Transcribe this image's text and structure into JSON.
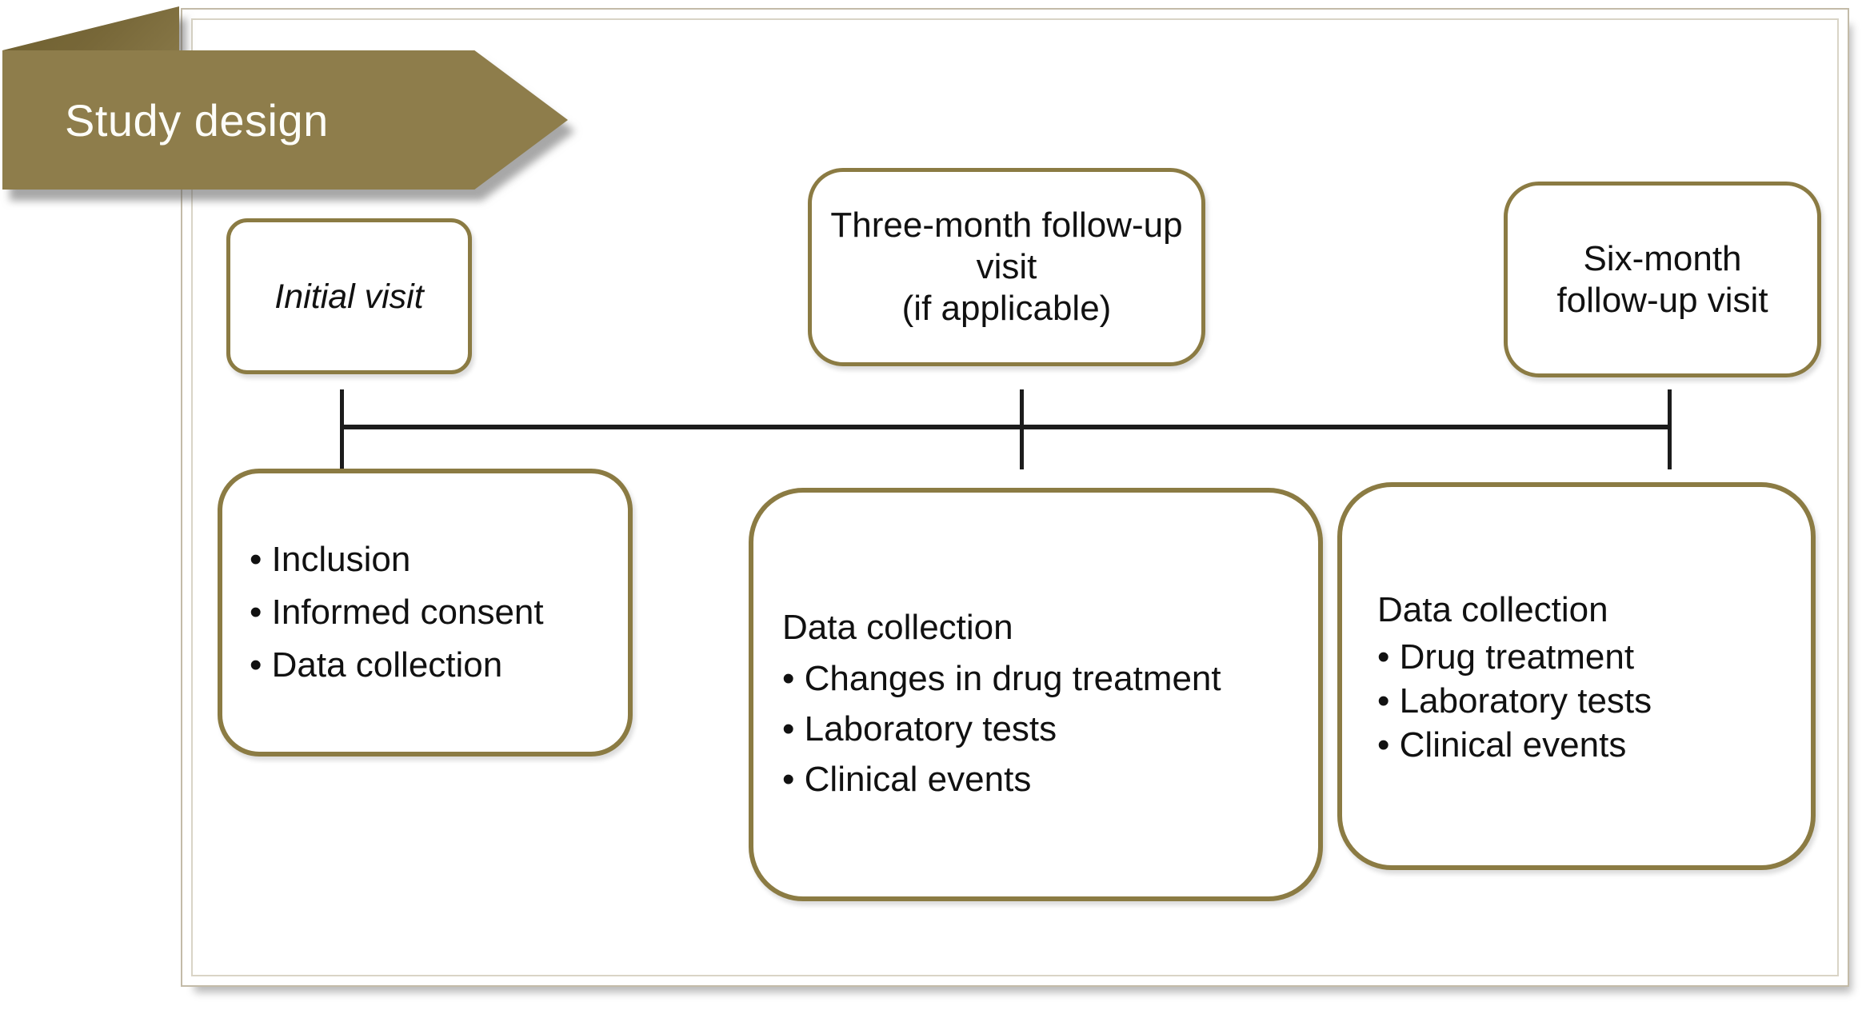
{
  "banner": {
    "title": "Study design"
  },
  "visit_boxes": {
    "initial": {
      "label": "Initial visit"
    },
    "three_month": {
      "line1": "Three-month follow-up",
      "line2": "visit",
      "line3": "(if applicable)"
    },
    "six_month": {
      "line1": "Six-month",
      "line2": "follow-up visit"
    }
  },
  "detail_boxes": {
    "initial": {
      "items": [
        "Inclusion",
        "Informed consent",
        "Data collection"
      ]
    },
    "three_month": {
      "heading": "Data collection",
      "items": [
        "Changes in drug treatment",
        "Laboratory tests",
        "Clinical events"
      ]
    },
    "six_month": {
      "heading": "Data collection",
      "items": [
        "Drug treatment",
        "Laboratory tests",
        "Clinical events"
      ]
    }
  },
  "colors": {
    "banner": "#8e7d4b",
    "banner_fold": "#776738",
    "box_border": "#8b7b43",
    "timeline": "#1c1c1c",
    "frame_border": "#c3bba8",
    "text": "#111111"
  }
}
